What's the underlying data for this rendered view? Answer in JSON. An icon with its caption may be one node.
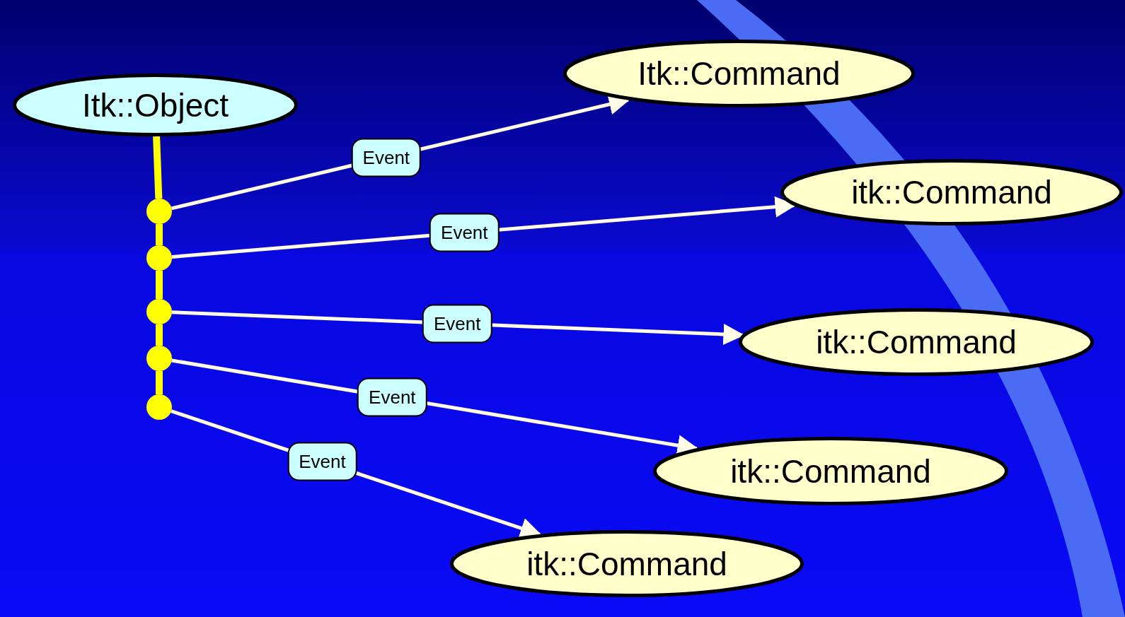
{
  "diagram": {
    "nodes": [
      {
        "text": [
          "Itk::Object"
        ]
      },
      {
        "text": [],
        "shape": "circle"
      },
      {
        "text": [],
        "shape": "circle"
      },
      {
        "text": [],
        "shape": "circle"
      },
      {
        "text": [],
        "shape": "circle"
      },
      {
        "text": [],
        "shape": "circle"
      },
      {
        "text": [
          "Itk::Command"
        ]
      },
      {
        "text": [
          "itk::Command"
        ]
      },
      {
        "text": [
          "itk::Command"
        ]
      },
      {
        "text": [
          "itk::Command"
        ]
      },
      {
        "text": [
          "itk::Command"
        ]
      }
    ],
    "edges": [
      {
        "from": 0,
        "to": 1,
        "arrow": "none",
        "style": "thick",
        "color": "#ffff00"
      },
      {
        "from": 1,
        "to": 2,
        "arrow": "none",
        "style": "thick",
        "color": "#ffff00"
      },
      {
        "from": 2,
        "to": 3,
        "arrow": "none",
        "style": "thick",
        "color": "#ffff00"
      },
      {
        "from": 3,
        "to": 4,
        "arrow": "none",
        "style": "thick",
        "color": "#ffff00"
      },
      {
        "from": 4,
        "to": 5,
        "arrow": "none",
        "style": "thick",
        "color": "#ffff00"
      },
      {
        "from": 1,
        "to": 6,
        "arrow": "to",
        "label": "Event",
        "color": "#fffbe6"
      },
      {
        "from": 2,
        "to": 7,
        "arrow": "to",
        "label": "Event",
        "color": "#fffbe6"
      },
      {
        "from": 3,
        "to": 8,
        "arrow": "to",
        "label": "Event",
        "color": "#fffbe6"
      },
      {
        "from": 4,
        "to": 9,
        "arrow": "to",
        "label": "Event",
        "color": "#fffbe6"
      },
      {
        "from": 5,
        "to": 10,
        "arrow": "to",
        "label": "Event",
        "color": "#fffbe6"
      }
    ]
  }
}
